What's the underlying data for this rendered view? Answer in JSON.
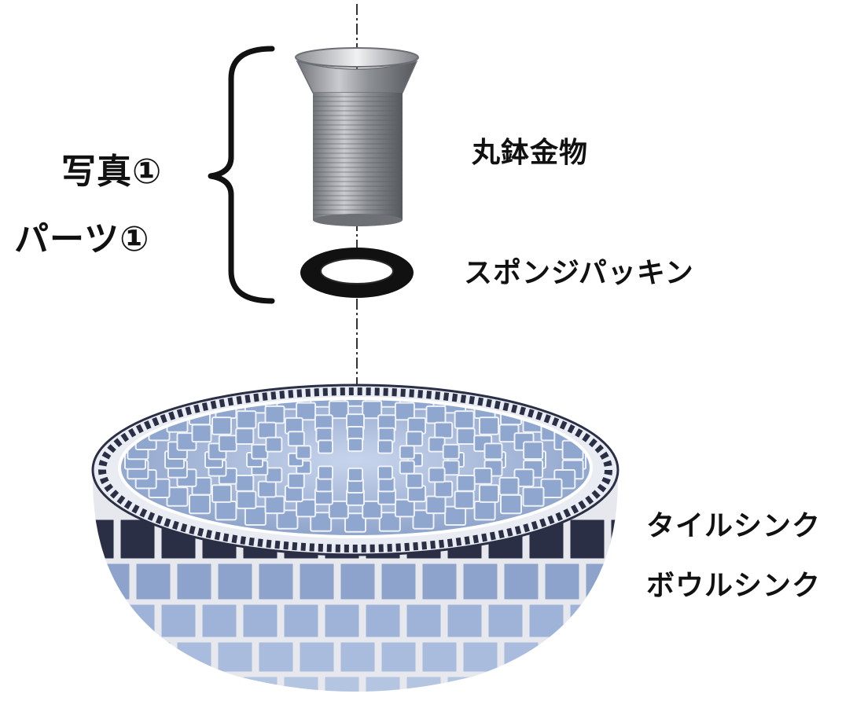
{
  "group_label": {
    "line1": "写真①",
    "line2": "パーツ①"
  },
  "parts": {
    "strainer": "丸鉢金物",
    "gasket": "スポンジパッキン"
  },
  "sink": {
    "line1": "タイルシンク",
    "line2": "ボウルシンク"
  },
  "colors": {
    "text": "#111111",
    "tile_inner": "#8fa7cf",
    "tile_dark": "#2a2f45",
    "grout": "#e6e8ee",
    "metal": "#9a9ca2"
  }
}
